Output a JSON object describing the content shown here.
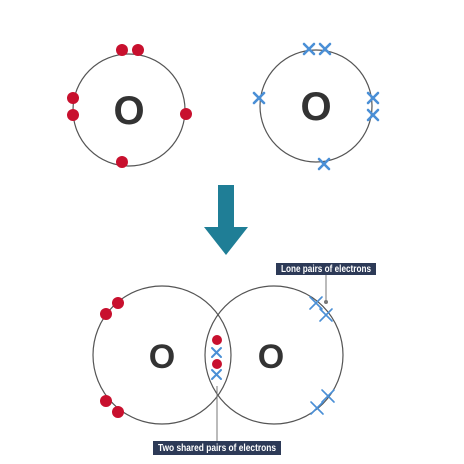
{
  "atoms": {
    "left_symbol": "O",
    "right_symbol": "O",
    "molecule_left_symbol": "O",
    "molecule_right_symbol": "O"
  },
  "labels": {
    "lone_pairs": "Lone pairs of electrons",
    "shared_pairs": "Two shared pairs of electrons"
  },
  "colors": {
    "dot_electron": "#c8102e",
    "cross_electron": "#4a8fd6",
    "arrow": "#1f7e96",
    "shell": "#555555",
    "label_bg": "#2d3a57"
  }
}
